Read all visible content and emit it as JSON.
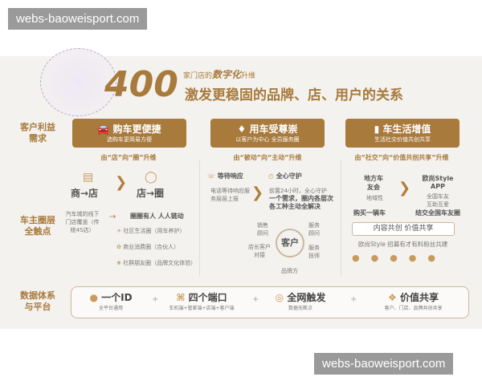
{
  "watermarks": [
    "webs-baoweisport.com",
    "webs-baoweisport.com"
  ],
  "header": {
    "number": "400",
    "sub_prefix": "家门店的",
    "sub_emph": "数字化",
    "sub_suffix": "升维",
    "title": "激发更稳固的品牌、店、用户的关系"
  },
  "row_labels": {
    "needs": "客户利益需求",
    "touch": "车主圈层全触点",
    "platform": "数据体系与平台"
  },
  "cards": [
    {
      "icon": "car-icon",
      "title": "购车更便捷",
      "sub": "选购车更简易方便",
      "upgrade": "由“店”向“圈”升维"
    },
    {
      "icon": "diamond-icon",
      "title": "用车受尊崇",
      "sub": "以客户为中心 全员服务圈",
      "upgrade": "由“被动”向“主动”升维"
    },
    {
      "icon": "chart-icon",
      "title": "车生活增值",
      "sub": "生活社交价值共创共享",
      "upgrade": "由“社交”向“价值共创共享”升维"
    }
  ],
  "col1": {
    "from": "商→店",
    "to": "店→圈",
    "left_text": "汽车城的线下门店覆盖（传统4S店）",
    "slogan": "圈圈有人 人人链动",
    "circles": [
      "社区生活圈（用车养护）",
      "商业消费圈（合伙人）",
      "社群朋友圈（品牌文化体验）"
    ]
  },
  "col2": {
    "from_title": "等待响应",
    "from_text": "电话等待响应服务层层上报",
    "to_title": "全心守护",
    "to_text1": "前置24小时，全心守护",
    "to_text2": "一个需求，圈内各层次各工种主动全解决",
    "center": "客户",
    "roles": [
      "销售顾问",
      "服务顾问",
      "服务技师",
      "品牌方",
      "店长客户对接"
    ]
  },
  "col3": {
    "from_title": "地方车友会",
    "from_sub": "地域性",
    "from_bottom": "购买一辆车",
    "to_title": "欧尚Style APP",
    "to_sub": "全国车友互助互爱",
    "to_bottom": "结交全国车友圈",
    "box": "内容共创 价值共享",
    "recruit": "欧尚Style 招募有才有料粉丝共建"
  },
  "platform": [
    {
      "icon": "user-icon",
      "title": "一个ID",
      "sub": "全平台通用"
    },
    {
      "icon": "ports-icon",
      "title": "四个端口",
      "sub": "车机端+管家端+店端+客户端"
    },
    {
      "icon": "globe-icon",
      "title": "全网触发",
      "sub": "数据无断点"
    },
    {
      "icon": "share-icon",
      "title": "价值共享",
      "sub": "客户、门店、品牌共创共享"
    }
  ],
  "plus": "+"
}
